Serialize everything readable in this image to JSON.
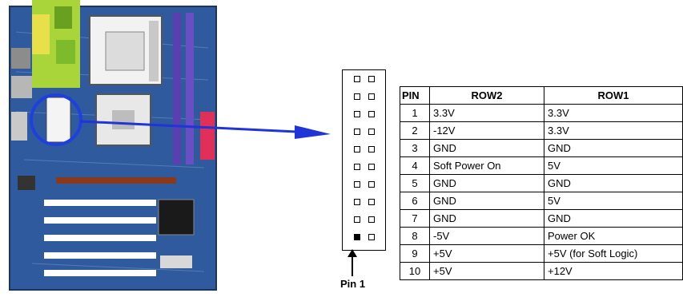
{
  "connector": {
    "pin1_label": "Pin 1",
    "pin_count": 10
  },
  "table": {
    "headers": {
      "pin": "PIN",
      "row2": "ROW2",
      "row1": "ROW1"
    },
    "rows": [
      {
        "pin": "1",
        "row2": "3.3V",
        "row1": "3.3V"
      },
      {
        "pin": "2",
        "row2": "-12V",
        "row1": "3.3V"
      },
      {
        "pin": "3",
        "row2": "GND",
        "row1": "GND"
      },
      {
        "pin": "4",
        "row2": "Soft Power On",
        "row1": "5V"
      },
      {
        "pin": "5",
        "row2": "GND",
        "row1": "GND"
      },
      {
        "pin": "6",
        "row2": "GND",
        "row1": "5V"
      },
      {
        "pin": "7",
        "row2": "GND",
        "row1": "GND"
      },
      {
        "pin": "8",
        "row2": "-5V",
        "row1": "Power OK"
      },
      {
        "pin": "9",
        "row2": "+5V",
        "row1": "+5V (for Soft Logic)"
      },
      {
        "pin": "10",
        "row2": "+5V",
        "row1": "+12V"
      }
    ]
  },
  "colors": {
    "board": "#2f5a9e",
    "highlight": "#1f3fe0",
    "arrow": "#2034d8",
    "io_green": "#a9d43a",
    "io_yellow": "#e8e04a",
    "dimm_purple": "#5a3fb0",
    "pink_slot": "#e0305a"
  }
}
